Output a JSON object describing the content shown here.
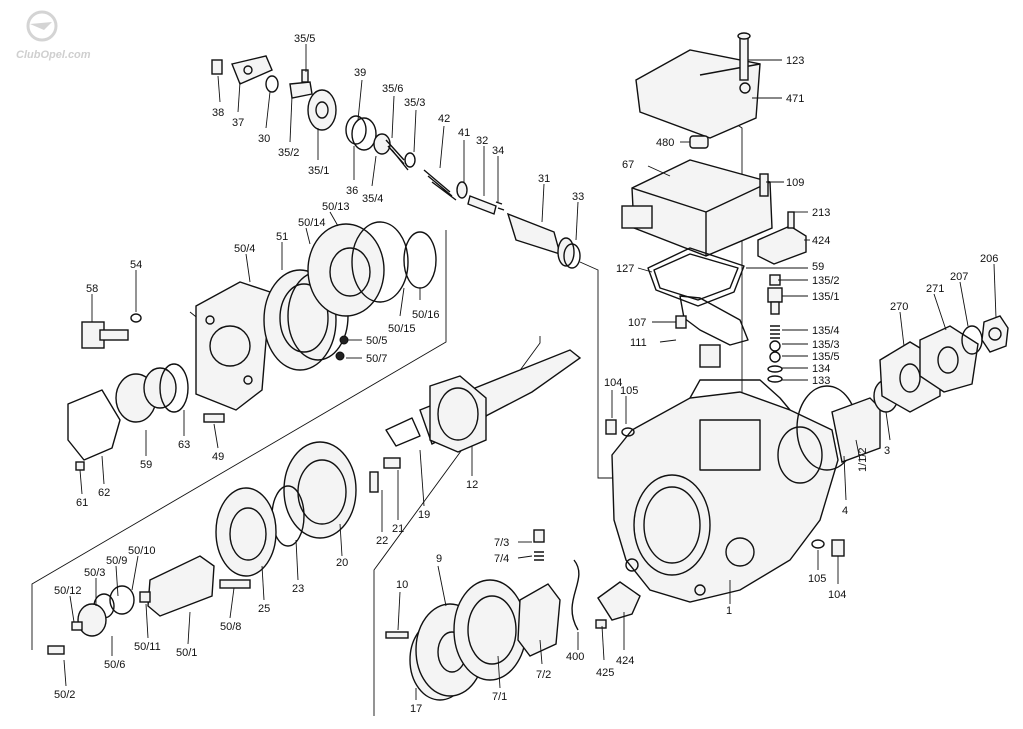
{
  "watermark": {
    "text": "ClubOpel.com"
  },
  "labels": {
    "l123": "123",
    "l471": "471",
    "l480": "480",
    "l67": "67",
    "l109": "109",
    "l213": "213",
    "l424a": "424",
    "l59a": "59",
    "l127": "127",
    "l135_2": "135/2",
    "l135_1": "135/1",
    "l107": "107",
    "l111": "111",
    "l135_4": "135/4",
    "l135_3": "135/3",
    "l135_5": "135/5",
    "l134": "134",
    "l133": "133",
    "l206": "206",
    "l207": "207",
    "l271": "271",
    "l270": "270",
    "l1_1_2": "1/1/2",
    "l3": "3",
    "l4": "4",
    "l104a": "104",
    "l105a": "105",
    "l105b": "105",
    "l104b": "104",
    "l1": "1",
    "l424b": "424",
    "l425": "425",
    "l400": "400",
    "l7_3": "7/3",
    "l7_4": "7/4",
    "l7_2": "7/2",
    "l7_1": "7/1",
    "l9": "9",
    "l10": "10",
    "l17": "17",
    "l35_5": "35/5",
    "l38": "38",
    "l37": "37",
    "l30": "30",
    "l35_2": "35/2",
    "l35_1": "35/1",
    "l39": "39",
    "l36": "36",
    "l35_6": "35/6",
    "l35_4": "35/4",
    "l35_3": "35/3",
    "l42": "42",
    "l41": "41",
    "l32": "32",
    "l34": "34",
    "l31": "31",
    "l33": "33",
    "l50_13": "50/13",
    "l50_14": "50/14",
    "l51": "51",
    "l50_4": "50/4",
    "l54": "54",
    "l58": "58",
    "l50_16": "50/16",
    "l50_15": "50/15",
    "l50_5": "50/5",
    "l50_7": "50/7",
    "l59b": "59",
    "l63": "63",
    "l49": "49",
    "l61": "61",
    "l62": "62",
    "l12": "12",
    "l19": "19",
    "l21": "21",
    "l22": "22",
    "l20": "20",
    "l23": "23",
    "l25": "25",
    "l50_8": "50/8",
    "l50_1": "50/1",
    "l50_11": "50/11",
    "l50_10": "50/10",
    "l50_9": "50/9",
    "l50_3": "50/3",
    "l50_12": "50/12",
    "l50_6": "50/6",
    "l50_2": "50/2"
  }
}
